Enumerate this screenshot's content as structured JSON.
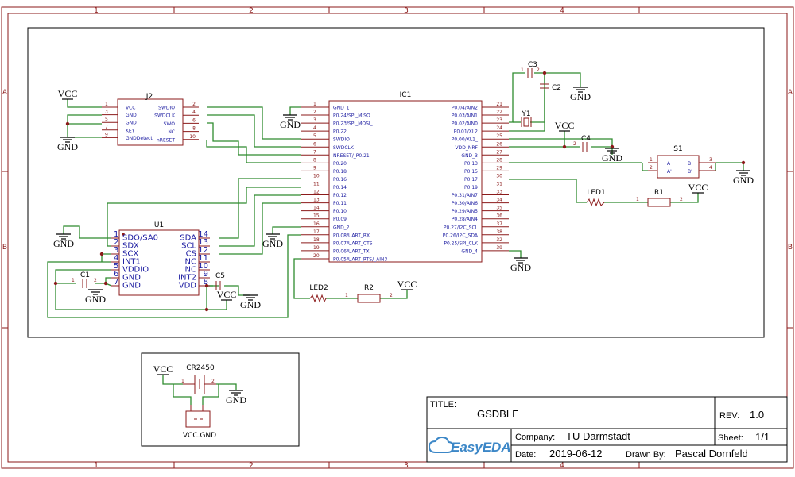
{
  "border": {
    "columns": [
      "1",
      "2",
      "3",
      "4"
    ],
    "rows": [
      "A",
      "B"
    ]
  },
  "title_block": {
    "title_label": "TITLE:",
    "title": "GSDBLE",
    "rev_label": "REV:",
    "rev": "1.0",
    "company_label": "Company:",
    "company": "TU Darmstadt",
    "sheet_label": "Sheet:",
    "sheet": "1/1",
    "date_label": "Date:",
    "date": "2019-06-12",
    "drawn_label": "Drawn By:",
    "drawn_by": "Pascal Dornfeld",
    "logo_text": "EasyEDA"
  },
  "nets": {
    "vcc": "VCC",
    "gnd": "GND"
  },
  "j2": {
    "designator": "J2",
    "left_pins": [
      {
        "num": "1",
        "name": "VCC"
      },
      {
        "num": "3",
        "name": "GND"
      },
      {
        "num": "5",
        "name": "GND"
      },
      {
        "num": "7",
        "name": "KEY"
      },
      {
        "num": "9",
        "name": "GNDDetect"
      }
    ],
    "right_pins": [
      {
        "num": "2",
        "name": "SWDIO"
      },
      {
        "num": "4",
        "name": "SWDCLK"
      },
      {
        "num": "6",
        "name": "SWO"
      },
      {
        "num": "8",
        "name": "NC"
      },
      {
        "num": "10",
        "name": "nRESET"
      }
    ]
  },
  "ic1": {
    "designator": "IC1",
    "left_pins": [
      {
        "num": "1",
        "name": "GND_1"
      },
      {
        "num": "2",
        "name": "P0.24/SPI_MISO"
      },
      {
        "num": "3",
        "name": "P0.23/SPI_MOSI_"
      },
      {
        "num": "4",
        "name": "P0.22"
      },
      {
        "num": "5",
        "name": "SWDIO"
      },
      {
        "num": "6",
        "name": "SWDCLK"
      },
      {
        "num": "7",
        "name": "NRESET/_P0.21"
      },
      {
        "num": "8",
        "name": "P0.20"
      },
      {
        "num": "9",
        "name": "P0.18"
      },
      {
        "num": "10",
        "name": "P0.16"
      },
      {
        "num": "11",
        "name": "P0.14"
      },
      {
        "num": "12",
        "name": "P0.12"
      },
      {
        "num": "13",
        "name": "P0.11"
      },
      {
        "num": "14",
        "name": "P0.10"
      },
      {
        "num": "15",
        "name": "P0.09"
      },
      {
        "num": "16",
        "name": "GND_2"
      },
      {
        "num": "17",
        "name": "P0.08/UART_RX"
      },
      {
        "num": "18",
        "name": "P0.07/UART_CTS"
      },
      {
        "num": "19",
        "name": "P0.06/UART_TX"
      },
      {
        "num": "20",
        "name": "P0.05/UART_RTS/_AIN3"
      }
    ],
    "right_pins": [
      {
        "num": "21",
        "name": "P0.04/AIN2"
      },
      {
        "num": "22",
        "name": "P0.03/AIN1"
      },
      {
        "num": "23",
        "name": "P0.02/AIN0"
      },
      {
        "num": "24",
        "name": "P0.01/XL2"
      },
      {
        "num": "25",
        "name": "P0.00/XL1_"
      },
      {
        "num": "26",
        "name": "VDD_NRF"
      },
      {
        "num": "27",
        "name": "GND_3"
      },
      {
        "num": "28",
        "name": "P0.13"
      },
      {
        "num": "29",
        "name": "P0.15"
      },
      {
        "num": "30",
        "name": "P0.17"
      },
      {
        "num": "31",
        "name": "P0.19"
      },
      {
        "num": "33",
        "name": "P0.31/AIN7"
      },
      {
        "num": "34",
        "name": "P0.30/AIN6"
      },
      {
        "num": "35",
        "name": "P0.29/AIN5"
      },
      {
        "num": "36",
        "name": "P0.28/AIN4"
      },
      {
        "num": "37",
        "name": "P0.27/I2C_SCL"
      },
      {
        "num": "38",
        "name": "P0.26/I2C_SDA"
      },
      {
        "num": "32",
        "name": "P0.25/SPI_CLK"
      },
      {
        "num": "39",
        "name": "GND_4"
      }
    ]
  },
  "u1": {
    "designator": "U1",
    "left_pins": [
      {
        "num": "1",
        "name": "SDO/SA0"
      },
      {
        "num": "2",
        "name": "SDX"
      },
      {
        "num": "3",
        "name": "SCX"
      },
      {
        "num": "4",
        "name": "INT1"
      },
      {
        "num": "5",
        "name": "VDDIO"
      },
      {
        "num": "6",
        "name": "GND"
      },
      {
        "num": "7",
        "name": "GND"
      }
    ],
    "right_pins": [
      {
        "num": "14",
        "name": "SDA"
      },
      {
        "num": "13",
        "name": "SCL"
      },
      {
        "num": "12",
        "name": "CS"
      },
      {
        "num": "11",
        "name": "NC"
      },
      {
        "num": "10",
        "name": "NC"
      },
      {
        "num": "9",
        "name": "INT2"
      },
      {
        "num": "8",
        "name": "VDD"
      }
    ]
  },
  "s1": {
    "designator": "S1",
    "pins": [
      {
        "num": "1",
        "name": "A"
      },
      {
        "num": "2",
        "name": "A'"
      },
      {
        "num": "3",
        "name": "B"
      },
      {
        "num": "4",
        "name": "B'"
      }
    ]
  },
  "parts": {
    "c1": "C1",
    "c2": "C2",
    "c3": "C3",
    "c4": "C4",
    "c5": "C5",
    "y1": "Y1",
    "r1": "R1",
    "r2": "R2",
    "led1": "LED1",
    "led2": "LED2",
    "battery": "CR2450",
    "connector": "VCC.GND"
  },
  "pin_nums": {
    "one": "1",
    "two": "2"
  }
}
